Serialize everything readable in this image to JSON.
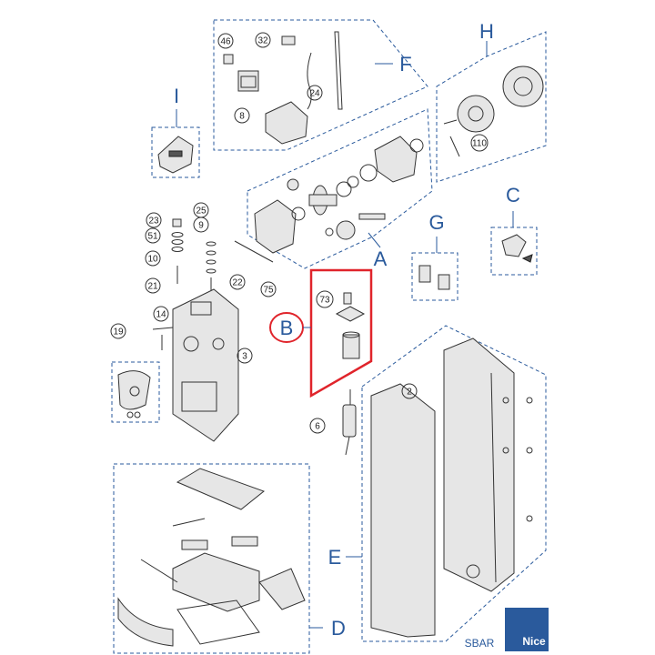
{
  "groups": [
    {
      "key": "A",
      "label": "A"
    },
    {
      "key": "B",
      "label": "B"
    },
    {
      "key": "C",
      "label": "C"
    },
    {
      "key": "D",
      "label": "D"
    },
    {
      "key": "E",
      "label": "E"
    },
    {
      "key": "F",
      "label": "F"
    },
    {
      "key": "G",
      "label": "G"
    },
    {
      "key": "H",
      "label": "H"
    },
    {
      "key": "I",
      "label": "I"
    }
  ],
  "callouts": [
    "46",
    "32",
    "24",
    "8",
    "110",
    "25",
    "23",
    "9",
    "51",
    "10",
    "21",
    "22",
    "75",
    "73",
    "19",
    "14",
    "3",
    "2",
    "6"
  ],
  "highlight": {
    "group": "B",
    "color": "#e0242b"
  },
  "colors": {
    "accent": "#2a5a9c",
    "highlight": "#e0242b"
  },
  "footer": {
    "model": "SBAR",
    "brand": "Nice"
  }
}
